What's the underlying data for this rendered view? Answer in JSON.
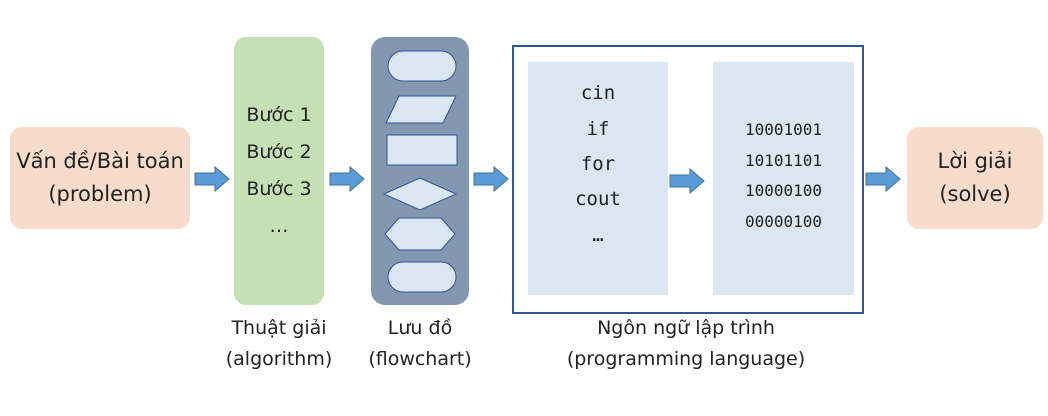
{
  "problem": {
    "line1": "Vấn đề/Bài toán",
    "line2": "(problem)"
  },
  "algorithm": {
    "steps": [
      "Bước 1",
      "Bước 2",
      "Bước 3",
      "…"
    ],
    "caption_line1": "Thuật giải",
    "caption_line2": "(algorithm)"
  },
  "flowchart": {
    "shapes": [
      "terminator",
      "parallelogram",
      "rectangle",
      "diamond",
      "hexagon",
      "terminator"
    ],
    "caption_line1": "Lưu đồ",
    "caption_line2": "(flowchart)"
  },
  "programming_language": {
    "source_lines": [
      "cin",
      "if",
      "for",
      "cout",
      "…"
    ],
    "binary_lines": [
      "10001001",
      "10101101",
      "10000100",
      "00000100"
    ],
    "caption_line1": "Ngôn ngữ lập trình",
    "caption_line2": "(programming language)"
  },
  "solve": {
    "line1": "Lời giải",
    "line2": "(solve)"
  },
  "colors": {
    "problem_fill": "#f8dccb",
    "algorithm_fill": "#c5e0b4",
    "flowchart_fill": "#8497b0",
    "flowchart_shape_fill": "#dae6f2",
    "language_border": "#2f5597",
    "code_panel_fill": "#dae6f2",
    "arrow_fill": "#5b9bd5"
  }
}
